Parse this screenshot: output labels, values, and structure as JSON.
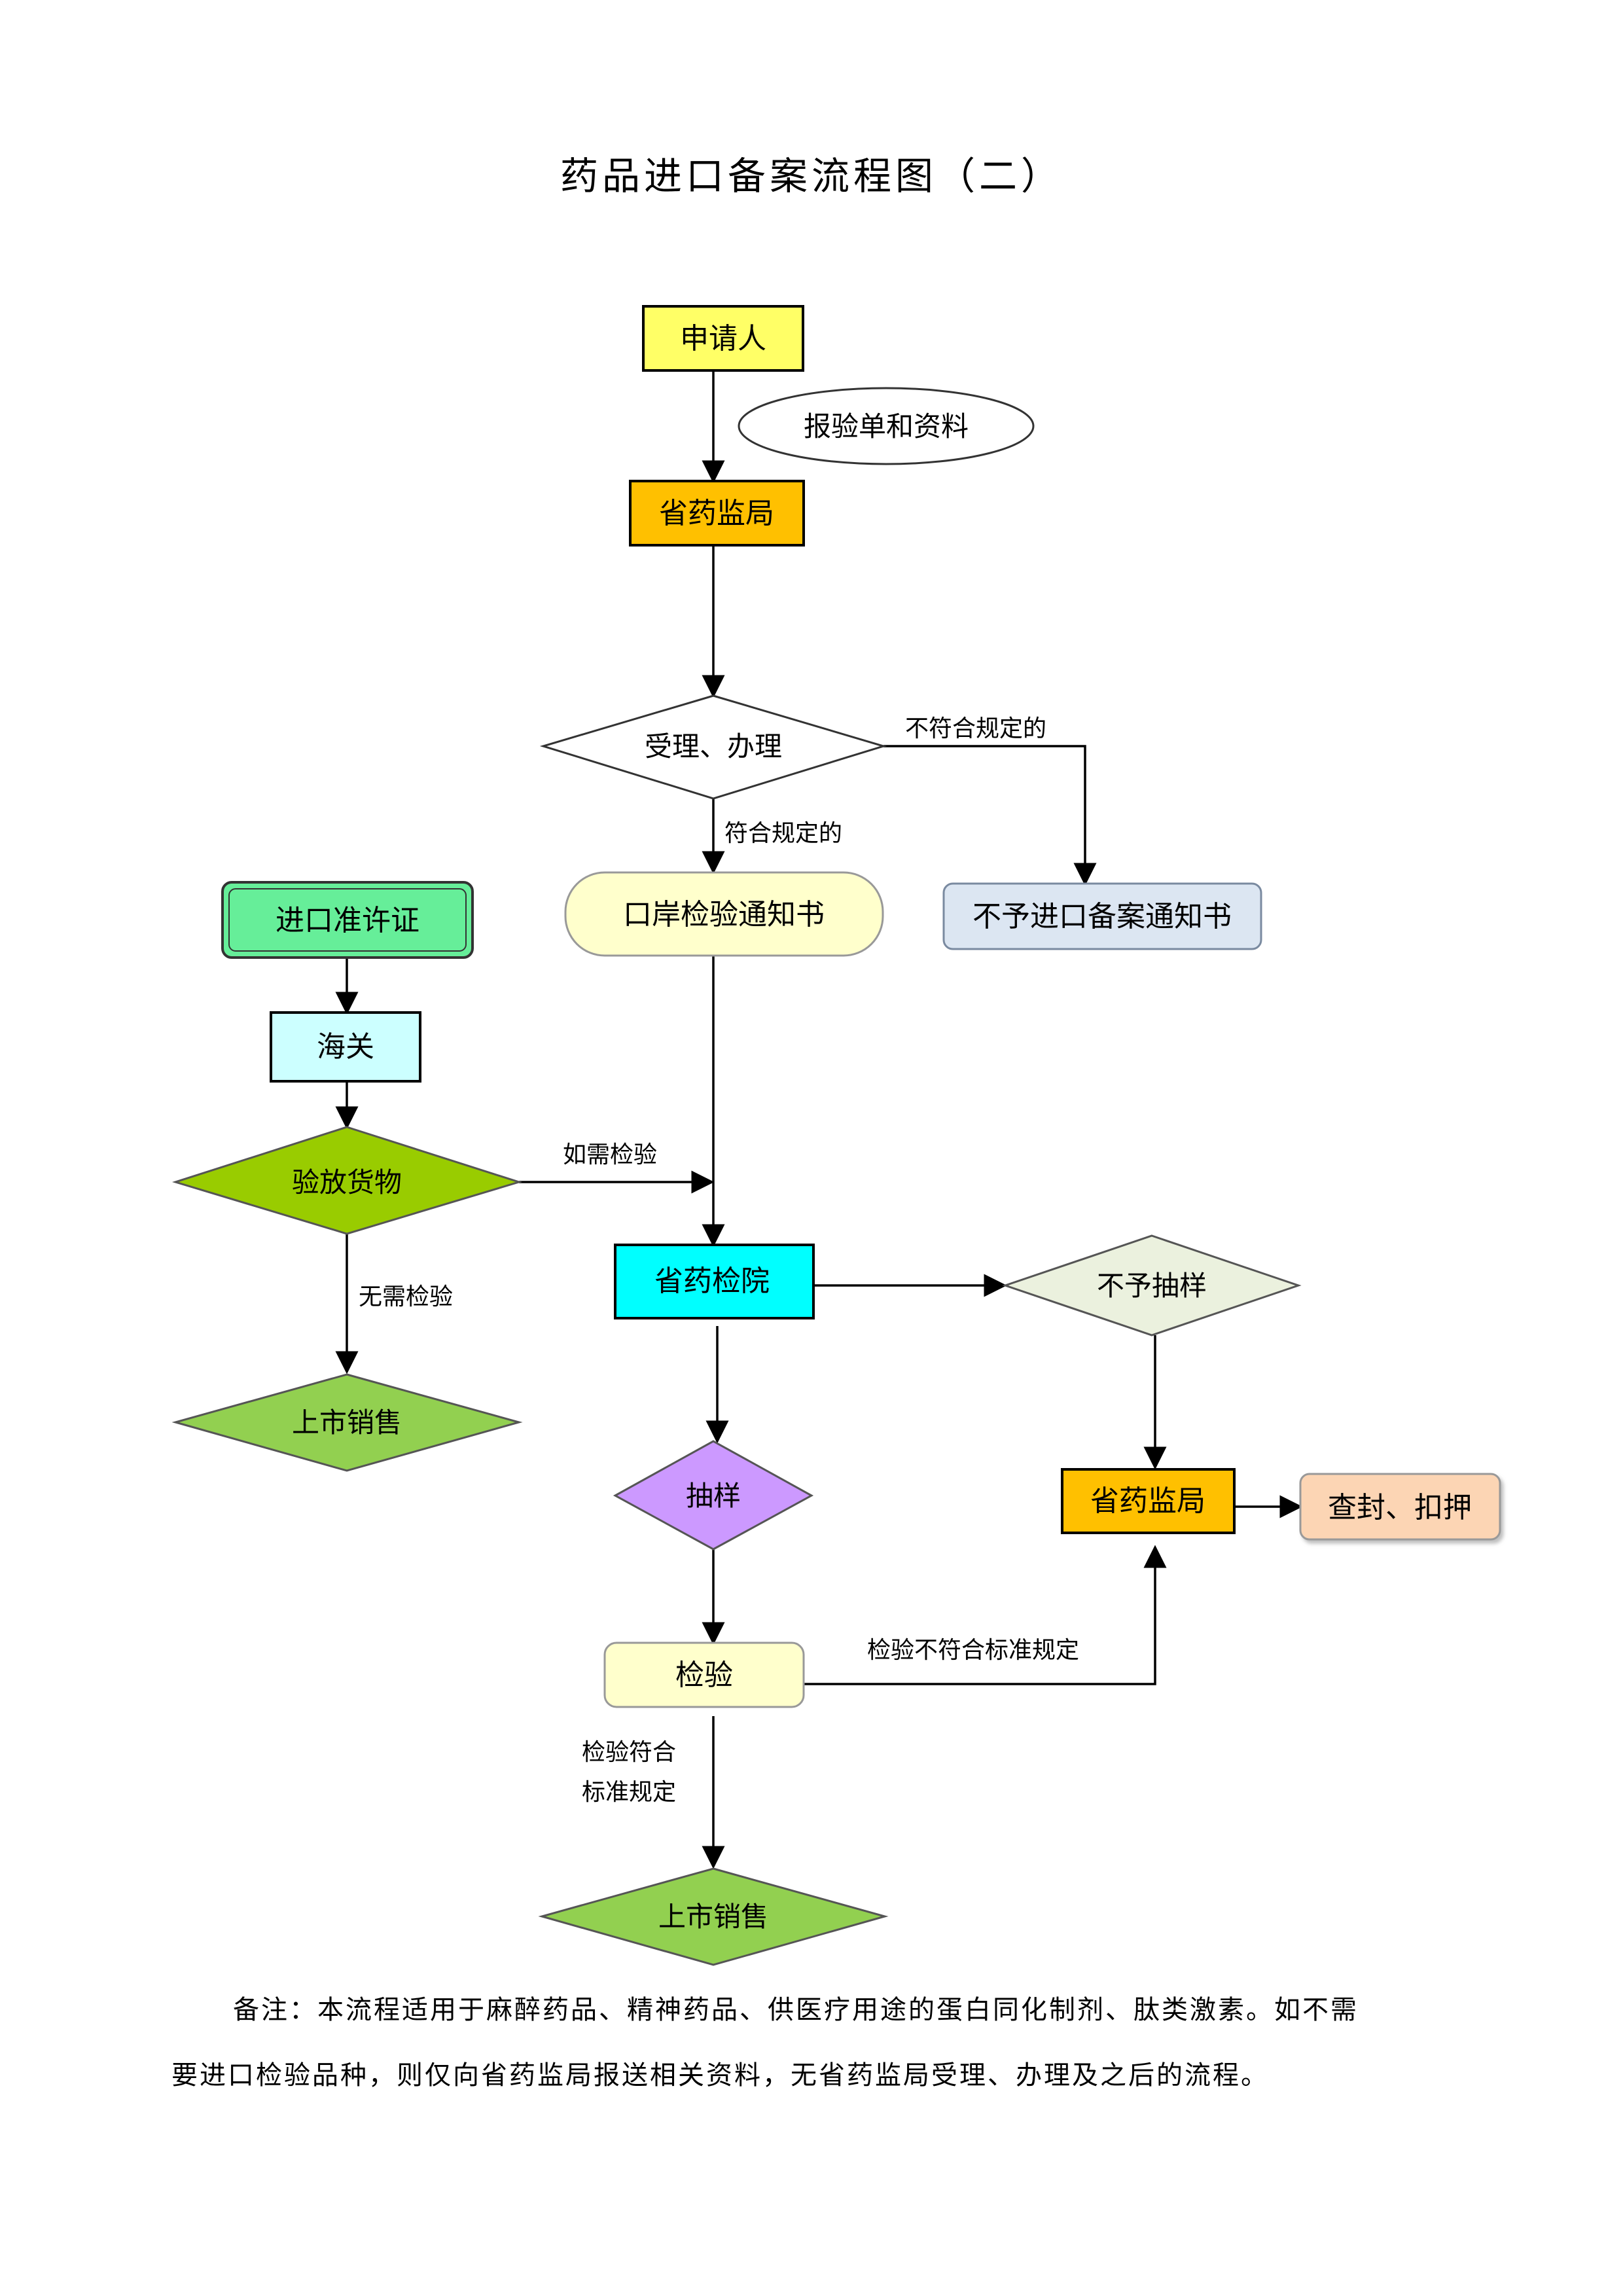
{
  "title": "药品进口备案流程图（二）",
  "nodes": {
    "applicant": "申请人",
    "materials": "报验单和资料",
    "fda_top": "省药监局",
    "accept": "受理、办理",
    "port_notice": "口岸检验通知书",
    "reject_notice": "不予进口备案通知书",
    "import_license": "进口准许证",
    "customs": "海关",
    "release_goods": "验放货物",
    "market_left": "上市销售",
    "institute": "省药检院",
    "no_sampling": "不予抽样",
    "fda_right": "省药监局",
    "seal": "查封、扣押",
    "sampling": "抽样",
    "inspection": "检验",
    "market_bottom": "上市销售"
  },
  "edges": {
    "not_compliant": "不符合规定的",
    "compliant": "符合规定的",
    "need_inspection": "如需检验",
    "no_inspection": "无需检验",
    "fail_standard": "检验不符合标准规定",
    "pass_standard_1": "检验符合",
    "pass_standard_2": "标准规定"
  },
  "note": {
    "line1": "备注：本流程适用于麻醉药品、精神药品、供医疗用途的蛋白同化制剂、肽类激素。如不需",
    "line2": "要进口检验品种，则仅向省药监局报送相关资料，无省药监局受理、办理及之后的流程。"
  },
  "colors": {
    "yellow": "#ffff66",
    "orange": "#ffc000",
    "white": "#ffffff",
    "cream": "#ffffcc",
    "gray_blue": "#dce6f2",
    "green_light": "#66ee99",
    "cyan_light": "#ccffff",
    "green_dark": "#99cc00",
    "green_medium": "#92d050",
    "cyan": "#00ffff",
    "gray_green": "#ebf1de",
    "purple": "#cc99ff",
    "peach": "#fcd5b4"
  }
}
